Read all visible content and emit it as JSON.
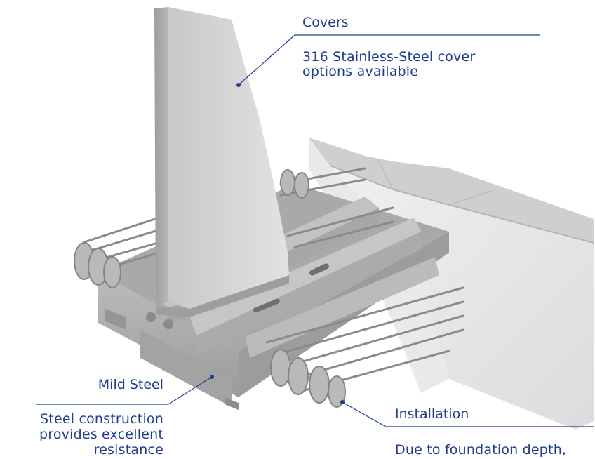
{
  "colors": {
    "accent": "#1f3f8c",
    "metal_light": "#d4d4d4",
    "metal_mid": "#b3b3b3",
    "metal_dark": "#8a8a8a",
    "concrete": "#e6e6e6",
    "concrete_top": "#c9c9c9"
  },
  "callouts": {
    "covers": {
      "title": "Covers",
      "line1": "316 Stainless-Steel cover",
      "line2": "options available"
    },
    "mild_steel": {
      "title": "Mild Steel",
      "line1": "Steel construction",
      "line2": "provides excellent",
      "line3": "resistance"
    },
    "installation": {
      "title": "Installation",
      "line1": "Due to foundation depth,"
    }
  }
}
